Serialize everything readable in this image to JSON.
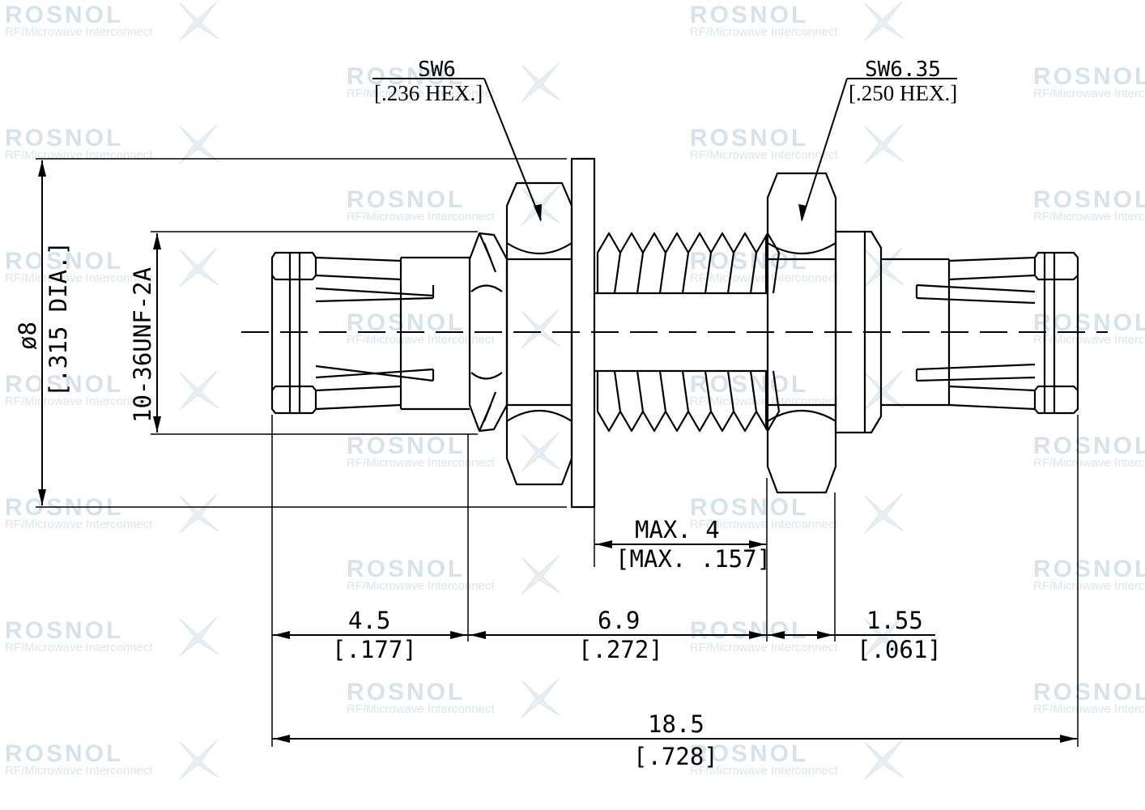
{
  "watermark": {
    "brand": "ROSNOL",
    "tagline": "RF/Microwave Interconnect"
  },
  "hex_labels": {
    "left_size": "SW6",
    "left_inch": "[.236 HEX.]",
    "right_size": "SW6.35",
    "right_inch": "[.250 HEX.]"
  },
  "dimensions": {
    "diameter_mm": "ø8",
    "diameter_inch": "[.315 DIA.]",
    "thread": "10-36UNF-2A",
    "panel_max_mm": "MAX. 4",
    "panel_max_inch": "[MAX. .157]",
    "len_a_mm": "4.5",
    "len_a_inch": "[.177]",
    "len_b_mm": "6.9",
    "len_b_inch": "[.272]",
    "len_c_mm": "1.55",
    "len_c_inch": "[.061]",
    "total_mm": "18.5",
    "total_inch": "[.728]"
  },
  "colors": {
    "line": "#000000",
    "watermark": "#d8e2ea"
  }
}
